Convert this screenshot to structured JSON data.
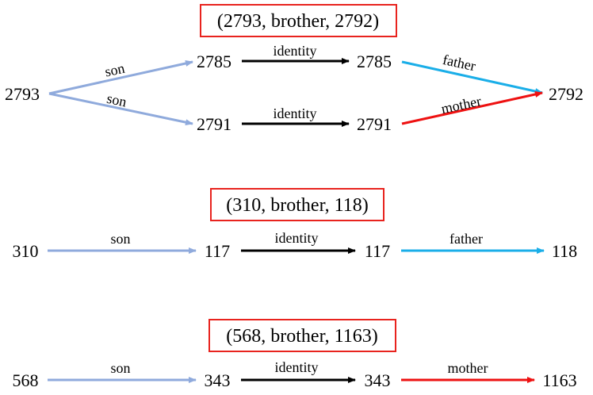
{
  "colors": {
    "son": "#8faadc",
    "identity": "#000000",
    "father": "#1aaee8",
    "mother": "#ee1111",
    "box": "#e8231e"
  },
  "diagrams": [
    {
      "title": "(2793, brother, 2792)",
      "nodes": {
        "start": "2793",
        "top_mid1": "2785",
        "top_mid2": "2785",
        "bot_mid1": "2791",
        "bot_mid2": "2791",
        "end": "2792"
      },
      "edges": {
        "top_son": "son",
        "bot_son": "son",
        "top_identity": "identity",
        "bot_identity": "identity",
        "father": "father",
        "mother": "mother"
      }
    },
    {
      "title": "(310, brother, 118)",
      "nodes": {
        "n1": "310",
        "n2": "117",
        "n3": "117",
        "n4": "118"
      },
      "edges": {
        "e1": "son",
        "e2": "identity",
        "e3": "father"
      }
    },
    {
      "title": "(568, brother, 1163)",
      "nodes": {
        "n1": "568",
        "n2": "343",
        "n3": "343",
        "n4": "1163"
      },
      "edges": {
        "e1": "son",
        "e2": "identity",
        "e3": "mother"
      }
    }
  ]
}
